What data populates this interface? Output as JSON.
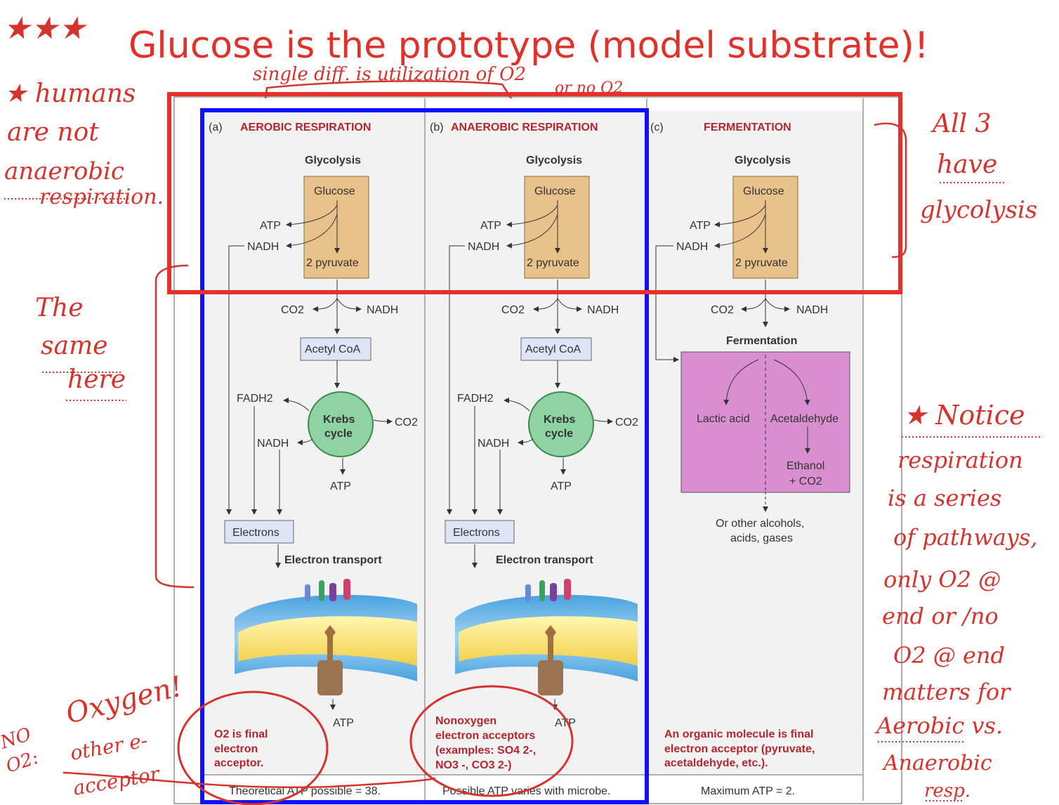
{
  "slide": {
    "title": "Glucose is the prototype (model substrate)!",
    "colors": {
      "title": "#e0322a",
      "annotation": "#d6332c",
      "blue_box": "#1010ff",
      "red_box": "#e8302a",
      "glycolysis_box": "#e9c18a",
      "acetyl_box": "#dde6f6",
      "krebs": "#8fd3a2",
      "fermentation_box": "#d98ed0",
      "header_red": "#b3262e"
    }
  },
  "panels": {
    "a": {
      "letter": "(a)",
      "header": "AEROBIC RESPIRATION",
      "glycolysis": "Glycolysis",
      "glucose": "Glucose",
      "atp": "ATP",
      "nadh": "NADH",
      "pyruvate": "2 pyruvate",
      "co2": "CO2",
      "nadh2": "NADH",
      "acetyl": "Acetyl CoA",
      "fadh": "FADH2",
      "krebs1": "Krebs",
      "krebs2": "cycle",
      "krebs_co2": "CO2",
      "nadh3": "NADH",
      "krebs_atp": "ATP",
      "electrons": "Electrons",
      "etc": "Electron transport",
      "etc_atp": "ATP",
      "acceptor1": "O2 is final",
      "acceptor2": "electron",
      "acceptor3": "acceptor.",
      "footer": "Theoretical ATP possible = 38."
    },
    "b": {
      "letter": "(b)",
      "header": "ANAEROBIC RESPIRATION",
      "glycolysis": "Glycolysis",
      "glucose": "Glucose",
      "atp": "ATP",
      "nadh": "NADH",
      "pyruvate": "2 pyruvate",
      "co2": "CO2",
      "nadh2": "NADH",
      "acetyl": "Acetyl CoA",
      "fadh": "FADH2",
      "krebs1": "Krebs",
      "krebs2": "cycle",
      "krebs_co2": "CO2",
      "nadh3": "NADH",
      "krebs_atp": "ATP",
      "electrons": "Electrons",
      "etc": "Electron transport",
      "etc_atp": "ATP",
      "acceptor1": "Nonoxygen",
      "acceptor2": "electron acceptors",
      "acceptor3": "(examples: SO4 2-,",
      "acceptor4": "NO3 -, CO3 2-)",
      "footer": "Possible ATP varies with microbe."
    },
    "c": {
      "letter": "(c)",
      "header": "FERMENTATION",
      "glycolysis": "Glycolysis",
      "glucose": "Glucose",
      "atp": "ATP",
      "nadh": "NADH",
      "pyruvate": "2 pyruvate",
      "co2": "CO2",
      "nadh2": "NADH",
      "fermentation": "Fermentation",
      "lactic": "Lactic acid",
      "acetaldehyde": "Acetaldehyde",
      "ethanol1": "Ethanol",
      "ethanol2": "+ CO2",
      "other1": "Or other alcohols,",
      "other2": "acids, gases",
      "acceptor1": "An organic molecule is final",
      "acceptor2": "electron acceptor (pyruvate,",
      "acceptor3": "acetaldehyde, etc.).",
      "footer": "Maximum ATP = 2."
    }
  },
  "annotations": {
    "stars": "★★★",
    "humans1": "★ humans",
    "humans2": "are not",
    "humans3": "anaerobic",
    "humans4": "respiration.",
    "single1": "single diff. is utilization of O2",
    "single2": "or no O2",
    "all1": "All 3",
    "all2": "have",
    "all3": "glycolysis",
    "same1": "The",
    "same2": "same",
    "same3": "here",
    "notice1": "★ Notice",
    "notice2": "respiration",
    "notice3": "is a series",
    "notice4": "of pathways,",
    "notice5": "only O2 @",
    "notice6": "end or /no",
    "notice7": "O2 @ end",
    "notice8": "matters for",
    "notice9": "Aerobic vs.",
    "notice10": "Anaerobic",
    "notice11": "resp.",
    "oxygen": "Oxygen!",
    "noo2_1": "NO",
    "noo2_2": "O2:",
    "other1": "other e-",
    "other2": "acceptor"
  }
}
